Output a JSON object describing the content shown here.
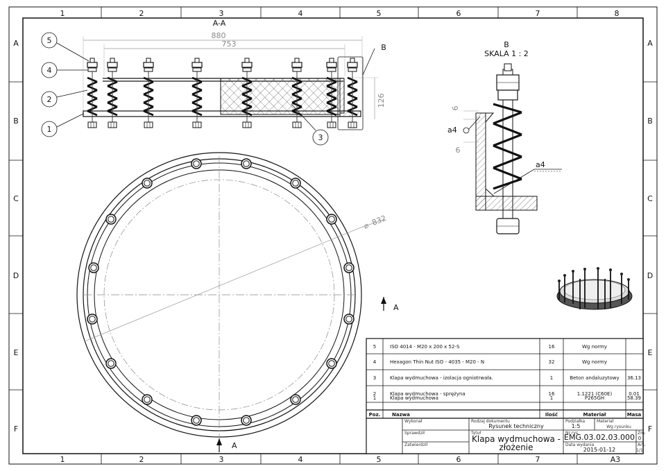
{
  "grid": {
    "cols": [
      "1",
      "2",
      "3",
      "4",
      "5",
      "6",
      "7",
      "8"
    ],
    "rows": [
      "A",
      "B",
      "C",
      "D",
      "E",
      "F"
    ]
  },
  "views": {
    "section_title": "A-A",
    "detail_title": "B",
    "detail_scale": "SKALA 1 : 2",
    "detail_marker": "B",
    "section_marker_bottom": "A",
    "section_marker_mid": "A"
  },
  "dimensions": {
    "width_outer": "880",
    "width_inner": "753",
    "height": "126",
    "diameter": "832",
    "weld_size_top": "6",
    "weld_size_bottom": "6",
    "weld_a_left": "a4",
    "weld_a_right": "a4"
  },
  "balloons": [
    "5",
    "4",
    "2",
    "1",
    "3"
  ],
  "bom": {
    "header": {
      "pos": "Poz.",
      "name": "Nazwa",
      "qty": "Ilość",
      "material": "Materiał",
      "mass": "Masa"
    },
    "rows": [
      {
        "pos": "5",
        "name": "ISO 4014 - M20 x 200 x 52-S",
        "qty": "16",
        "material": "Wg normy",
        "mass": ""
      },
      {
        "pos": "4",
        "name": "Hexagon Thin Nut ISO - 4035 - M20 - N",
        "qty": "32",
        "material": "Wg normy",
        "mass": ""
      },
      {
        "pos": "3",
        "name": "Klapa wydmuchowa - izolacja ogniotrwała.",
        "qty": "1",
        "material": "Beton andaluzytowy",
        "mass": "36.13"
      },
      {
        "pos": "2",
        "name": "Klapa wydmuchowa - sprężyna",
        "qty": "16",
        "material": "1.1221 (C60E)",
        "mass": "0.01"
      },
      {
        "pos": "1",
        "name": "Klapa wydmuchowa",
        "qty": "1",
        "material": "P265GH",
        "mass": "58.39"
      }
    ]
  },
  "title_block": {
    "wykonal": "Wykonał",
    "sprawdzil": "Sprawdził",
    "zatwierdzil": "Zatwierdził",
    "doc_type_label": "Rodzaj dokumentu",
    "doc_type": "Rysunek techniczny",
    "title_label": "Tytuł",
    "title_line1": "Klapa wydmuchowa -",
    "title_line2": "złożenie",
    "scale_label": "Podziałka",
    "scale": "1:5",
    "material_label": "Materiał",
    "material": "Wg rysunku",
    "drawing_no_label": "Nr rys.",
    "drawing_no": "EMG.03.02.03.000",
    "rev_label": "Zm.",
    "rev": "0",
    "date_label": "Data wydania",
    "date": "2015-01-12",
    "sheet_label": "Ark.",
    "sheet": "1/1",
    "format": "A3"
  }
}
